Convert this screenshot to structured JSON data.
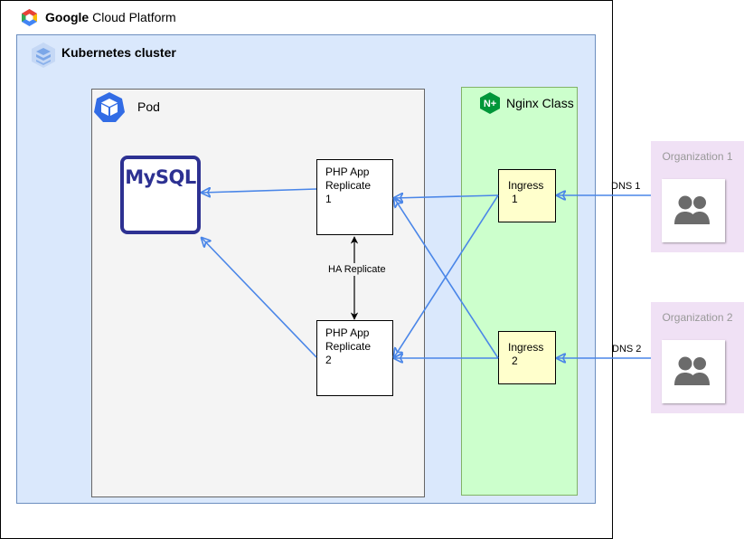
{
  "gcp": {
    "brand": "Google",
    "product": "Cloud Platform"
  },
  "cluster": {
    "label": "Kubernetes cluster"
  },
  "pod": {
    "label": "Pod"
  },
  "nginx": {
    "label": "Nginx Class",
    "logo_text": "N+"
  },
  "mysql": {
    "logo_text": "MySQL"
  },
  "php_app_1": {
    "line1": "PHP App",
    "line2": "Replicate",
    "line3": "1"
  },
  "php_app_2": {
    "line1": "PHP App",
    "line2": "Replicate",
    "line3": "2"
  },
  "ingress_1": {
    "line1": "Ingress",
    "line2": "1"
  },
  "ingress_2": {
    "line1": "Ingress",
    "line2": "2"
  },
  "ha_replicate": {
    "label": "HA Replicate"
  },
  "organization_1": {
    "label": "Organization 1",
    "dns": "DNS 1"
  },
  "organization_2": {
    "label": "Organization 2",
    "dns": "DNS 2"
  },
  "colors": {
    "cluster_fill": "#dae8fc",
    "pod_fill": "#f4f4f4",
    "nginx_fill": "#ccffcc",
    "ingress_fill": "#ffffcc",
    "org_fill": "#f0e1f5",
    "connector": "#4a86e8",
    "mysql_blue": "#2d3192",
    "k8s_blue": "#326ce5",
    "nginx_green": "#009639"
  }
}
